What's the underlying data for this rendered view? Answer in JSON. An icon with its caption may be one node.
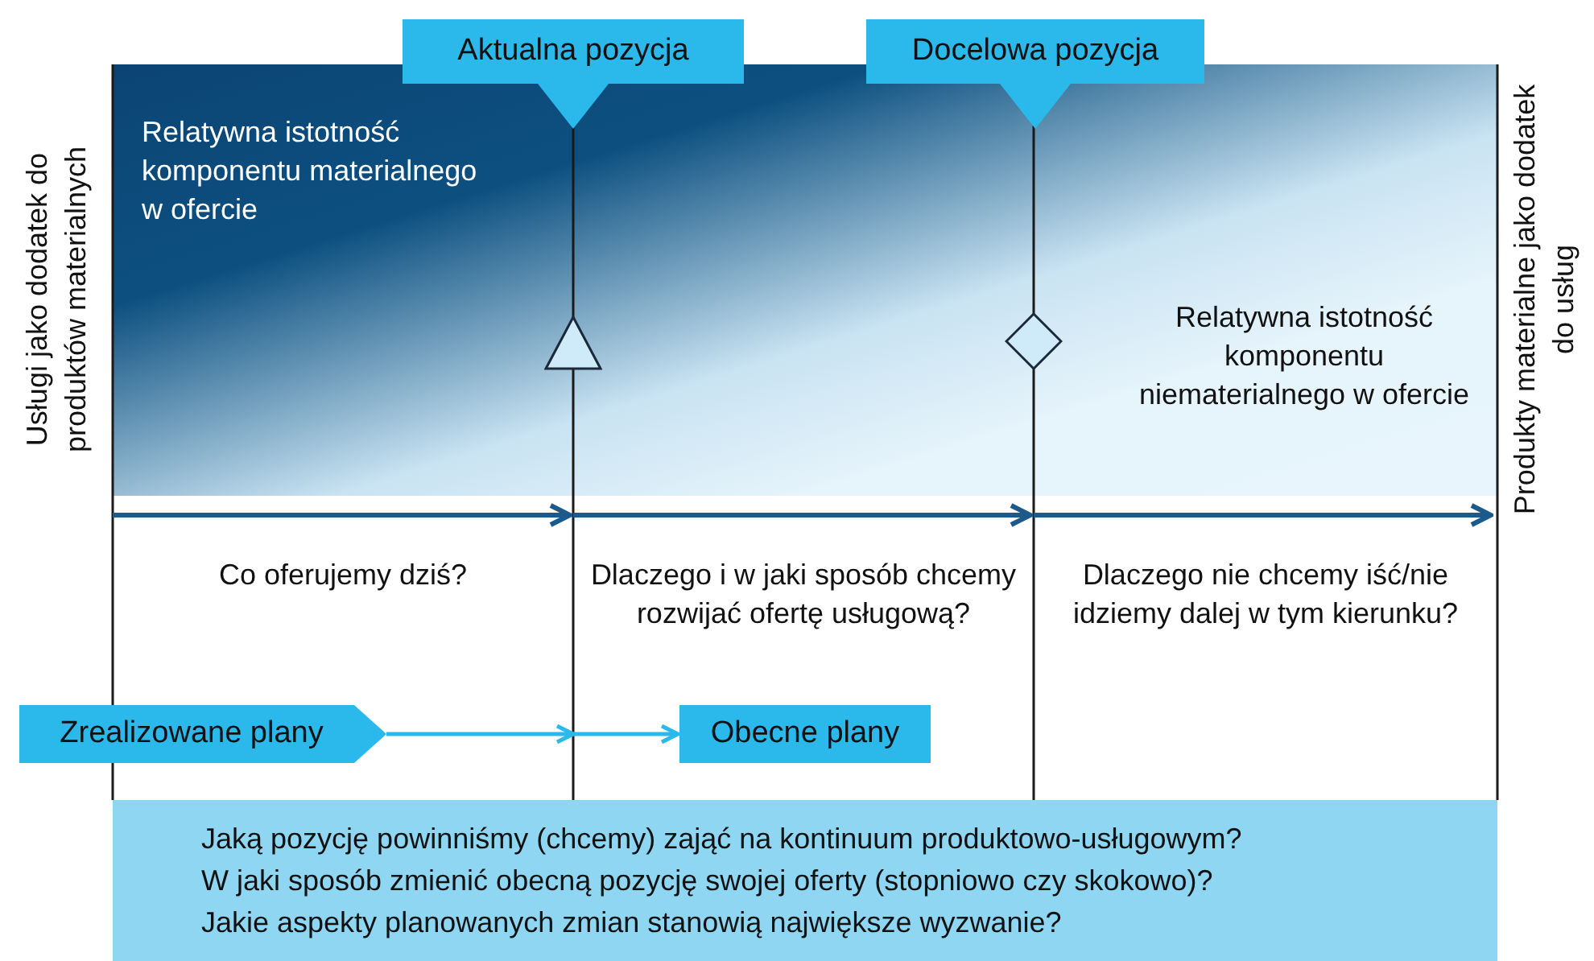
{
  "diagram": {
    "nodes": [
      {
        "text": [
          "Aktualna pozycja"
        ]
      },
      {
        "text": [
          "Docelowa pozycja"
        ]
      },
      {
        "text": [
          "Relatywna istotność komponentu materialnego w ofercie",
          "Relatywna istotność komponentu niematerialnego w ofercie"
        ]
      },
      {
        "text": [],
        "shape": "triangle",
        "in": 2
      },
      {
        "text": [],
        "shape": "diamond",
        "in": 2
      },
      {
        "text": [
          "Zrealizowane plany"
        ]
      },
      {
        "text": [
          "Obecne plany"
        ]
      },
      {
        "text": [
          "Jaką pozycję powinniśmy (chcemy) zająć na kontinuum produktowo-usługowym?",
          "W jaki sposób zmienić obecną pozycję swojej oferty (stopniowo czy skokowo)?",
          "Jakie aspekty planowanych zmian stanowią największe wyzwanie?"
        ]
      }
    ],
    "edges": [
      {
        "from": 5,
        "to": 6,
        "arrow": "to"
      }
    ],
    "labels": [
      "Usługi jako dodatek do produktów materialnych",
      "Produkty materialne jako dodatek do usług",
      "Co oferujemy dziś?",
      "Dlaczego i w jaki sposób chcemy rozwijać ofertę usługową?",
      "Dlaczego nie chcemy iść/nie idziemy dalej w tym kierunku?"
    ]
  }
}
